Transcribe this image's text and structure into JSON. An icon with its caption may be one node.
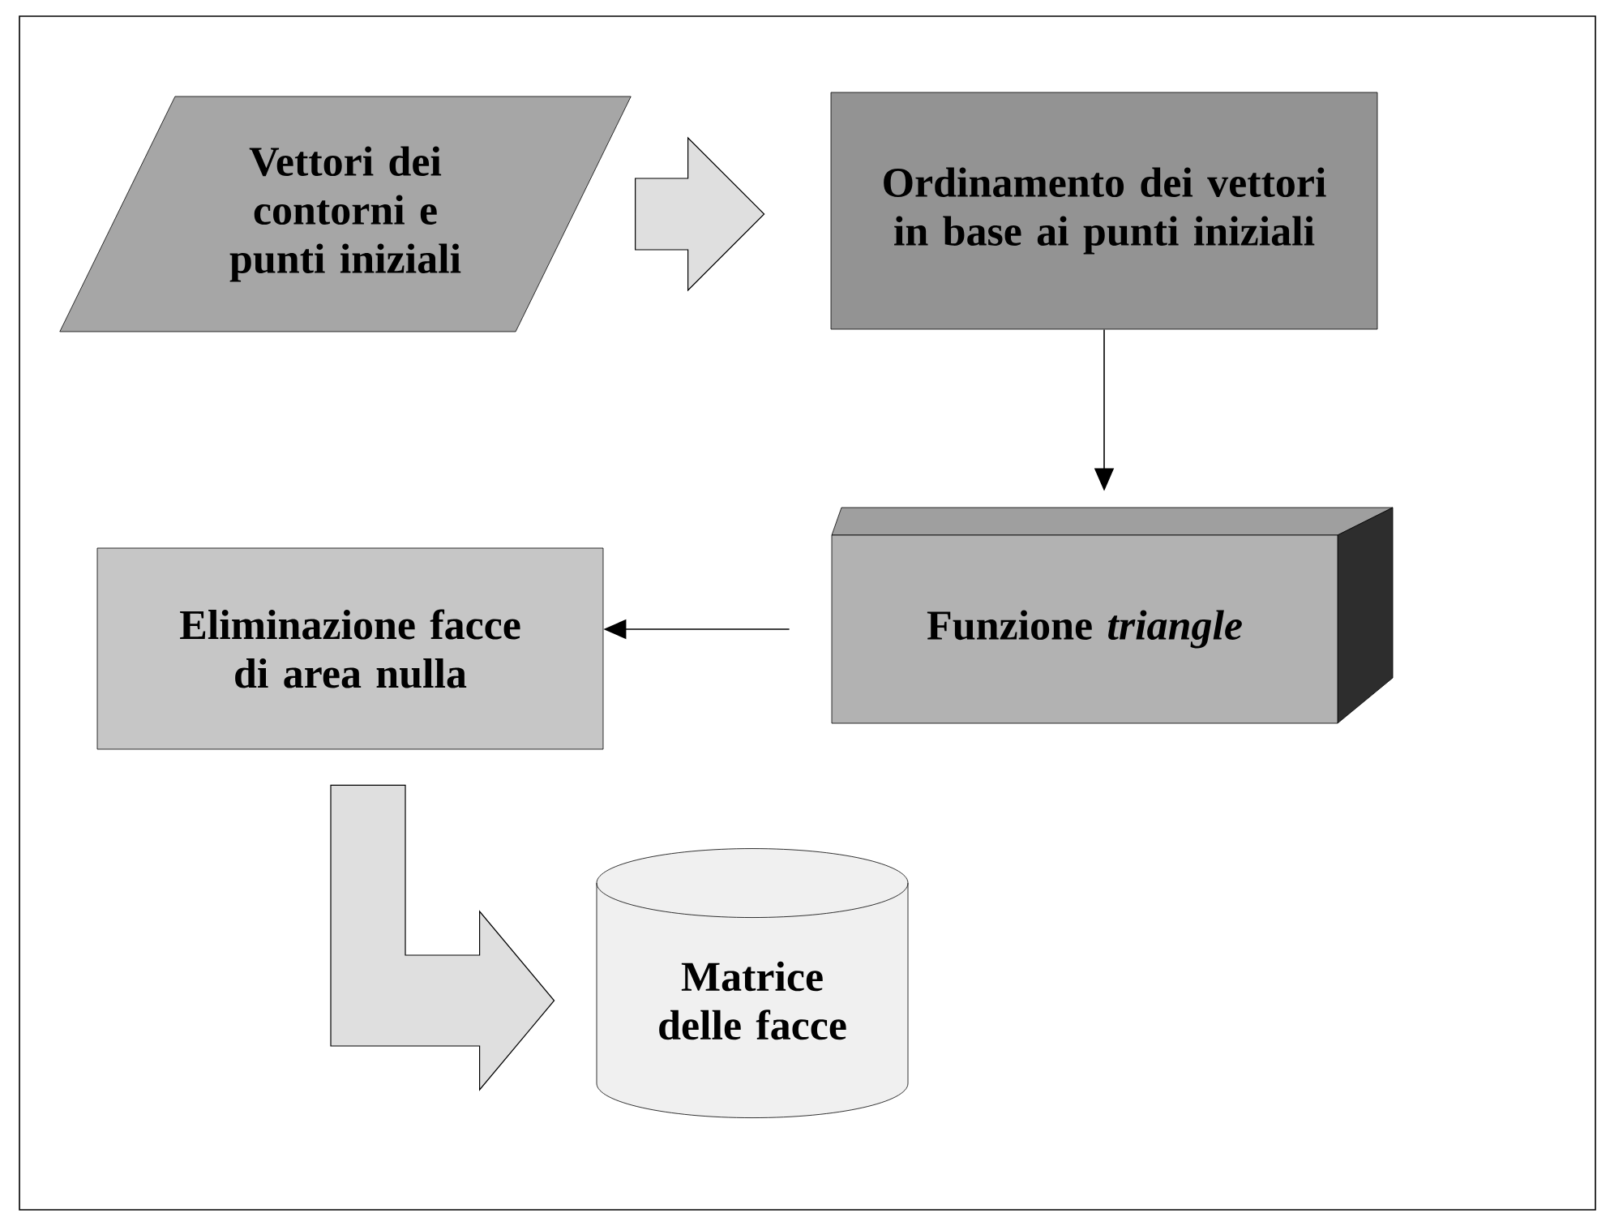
{
  "diagram": {
    "nodes": [
      {
        "text": [
          "Vettori  dei contorni e punti iniziali"
        ]
      },
      {
        "text": [
          "Ordinamento dei vettori in base ai punti iniziali"
        ]
      },
      {
        "text": [
          "Funzione *triangle*"
        ]
      },
      {
        "text": [
          "Eliminazione facce di area nulla"
        ]
      },
      {
        "text": [
          "Matrice delle facce"
        ]
      }
    ],
    "edges": [
      {
        "from": 0,
        "to": 1,
        "arrow": "to",
        "style": "thick"
      },
      {
        "from": 1,
        "to": 2,
        "arrow": "to"
      },
      {
        "from": 2,
        "to": 3,
        "arrow": "to"
      },
      {
        "from": 3,
        "to": 4,
        "arrow": "to",
        "style": "thick"
      }
    ]
  }
}
